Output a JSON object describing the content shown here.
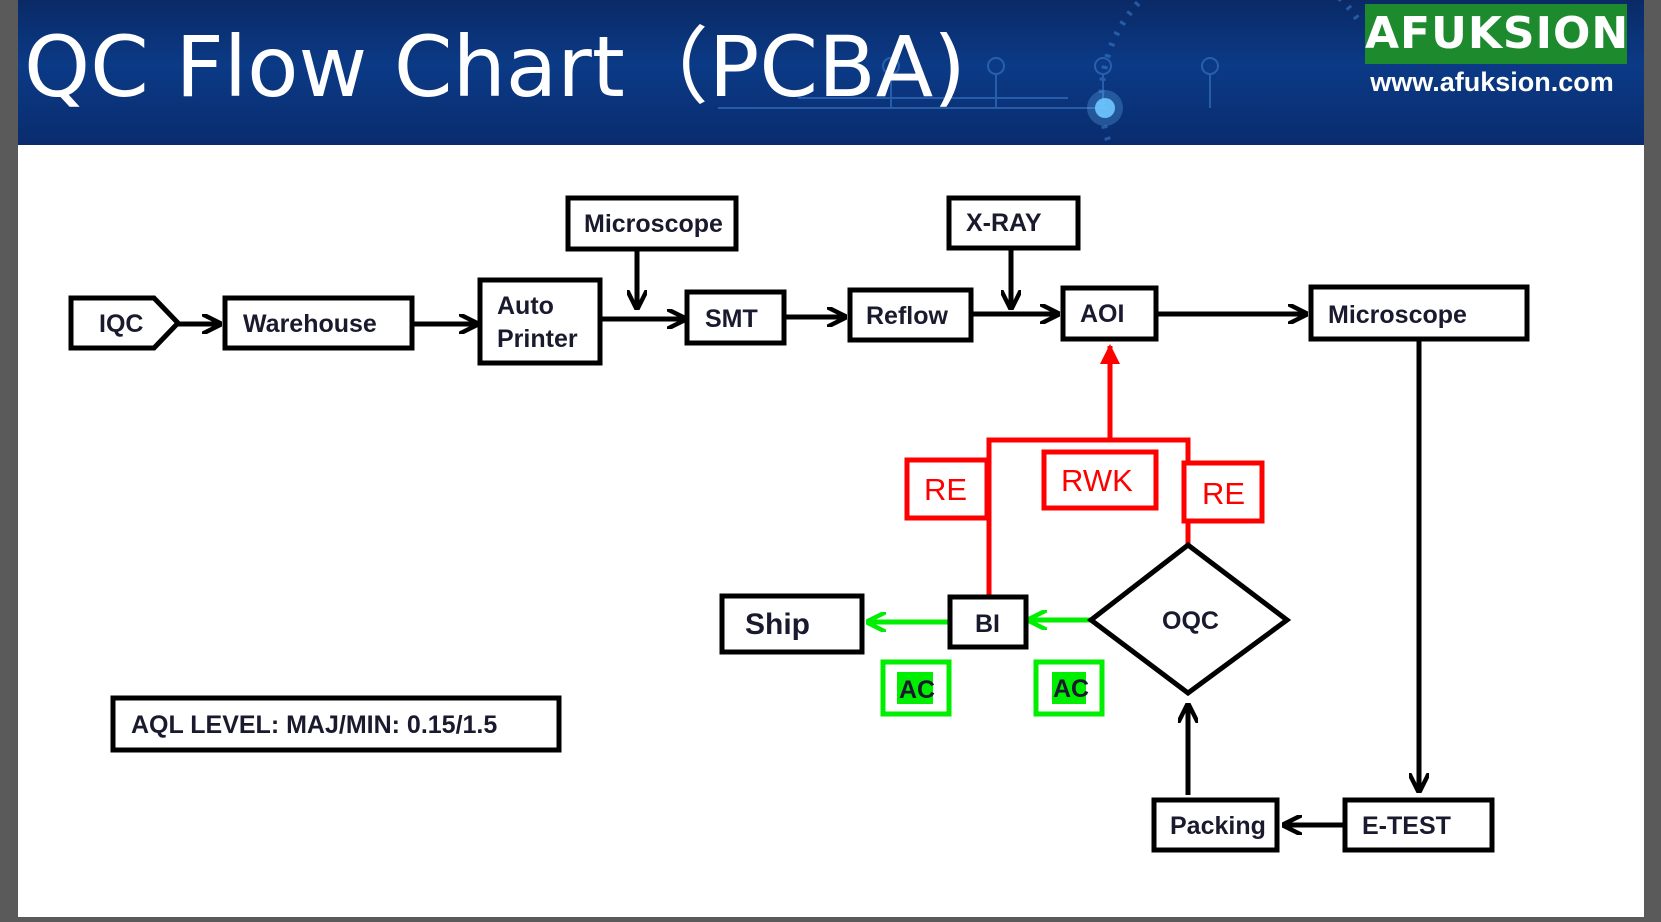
{
  "header": {
    "title": "QC Flow Chart（PCBA)",
    "logo_text": "AFUKSION",
    "website": "www.afuksion.com"
  },
  "colors": {
    "banner": "#0b3a86",
    "reject_red": "#ff0000",
    "accept_green": "#00ee00",
    "logo_green": "#1e8a2e"
  },
  "nodes": {
    "iqc": "IQC",
    "warehouse": "Warehouse",
    "auto_printer_line1": "Auto",
    "auto_printer_line2": "Printer",
    "microscope_top": "Microscope",
    "smt": "SMT",
    "reflow": "Reflow",
    "xray": "X-RAY",
    "aoi": "AOI",
    "microscope_right": "Microscope",
    "etest": "E-TEST",
    "packing": "Packing",
    "oqc": "OQC",
    "bi": "BI",
    "ship": "Ship"
  },
  "labels": {
    "re_left": "RE",
    "rwk": "RWK",
    "re_right": "RE",
    "ac_left": "AC",
    "ac_right": "AC"
  },
  "aql": "AQL LEVEL:  MAJ/MIN: 0.15/1.5"
}
